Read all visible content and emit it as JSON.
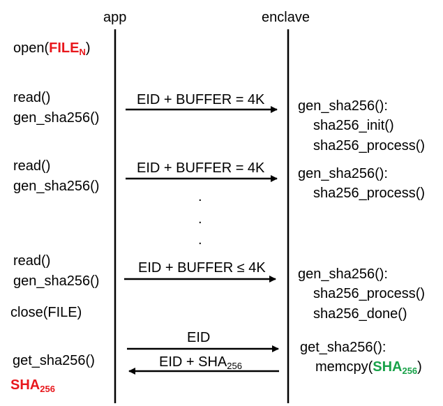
{
  "lanes": {
    "app": "app",
    "enclave": "enclave"
  },
  "app_side": {
    "open": {
      "prefix": "open(",
      "file": "FILE",
      "sub": "N",
      "suffix": ")"
    },
    "step1": {
      "read": "read()",
      "gen": "gen_sha256()"
    },
    "step2": {
      "read": "read()",
      "gen": "gen_sha256()"
    },
    "step3": {
      "read": "read()",
      "gen": "gen_sha256()"
    },
    "close": "close(FILE)",
    "get": "get_sha256()",
    "result": {
      "text": "SHA",
      "sub": "256"
    }
  },
  "messages": {
    "m1": "EID + BUFFER = 4K",
    "m2": "EID + BUFFER = 4K",
    "ellipsis": ".",
    "m3": "EID + BUFFER ≤ 4K",
    "m4": "EID",
    "m5": {
      "text": "EID + SHA",
      "sub": "256"
    }
  },
  "enclave_side": {
    "block1": [
      "gen_sha256():",
      "sha256_init()",
      "sha256_process()"
    ],
    "block2": [
      "gen_sha256():",
      "sha256_process()"
    ],
    "block3": [
      "gen_sha256():",
      "sha256_process()",
      "sha256_done()"
    ],
    "block4": {
      "head": "get_sha256():",
      "call_prefix": "memcpy(",
      "sha": "SHA",
      "sub": "256",
      "call_suffix": ")"
    }
  },
  "colors": {
    "red": "#e8171c",
    "green": "#19a24a",
    "line": "#000000"
  }
}
